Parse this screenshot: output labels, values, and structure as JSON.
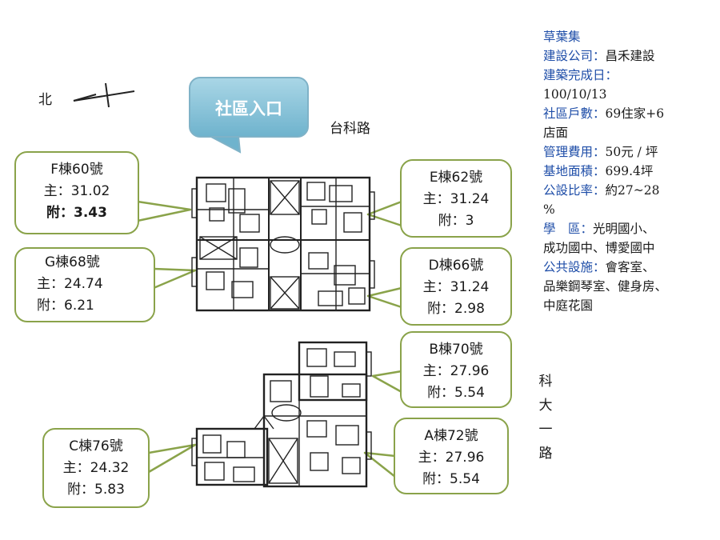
{
  "north_label": "北",
  "entrance_label": "社區入口",
  "roads": {
    "top": "台科路",
    "right_chars": [
      "科",
      "大",
      "一",
      "路"
    ]
  },
  "units": {
    "F": {
      "name": "F棟60號",
      "main": "主：31.02",
      "attached": "附：3.43"
    },
    "E": {
      "name": "E棟62號",
      "main": "主：31.24",
      "attached": "附：3"
    },
    "G": {
      "name": "G棟68號",
      "main": "主：24.74",
      "attached": "附：6.21"
    },
    "D": {
      "name": "D棟66號",
      "main": "主：31.24",
      "attached": "附：2.98"
    },
    "B": {
      "name": "B棟70號",
      "main": "主：27.96",
      "attached": "附：5.54"
    },
    "A": {
      "name": "A棟72號",
      "main": "主：27.96",
      "attached": "附：5.54"
    },
    "C": {
      "name": "C棟76號",
      "main": "主：24.32",
      "attached": "附：5.83"
    }
  },
  "info": {
    "title": "草葉集",
    "builder_label": "建設公司：",
    "builder_value": "昌禾建設",
    "completion_label": "建築完成日：",
    "completion_value": "100/10/13",
    "households_label": "社區戶數：",
    "households_value": "69住家+6",
    "households_cont": "店面",
    "fee_label": "管理費用：",
    "fee_value": "50元 / 坪",
    "site_label": "基地面積：",
    "site_value": "699.4坪",
    "ratio_label": "公設比率：",
    "ratio_value": "約27~28",
    "ratio_cont": "%",
    "school_label": "學　區：",
    "school_value": "光明國小、",
    "school_cont": "成功國中、博愛國中",
    "facility_label": "公共設施：",
    "facility_value": "會客室、",
    "facility_cont1": "品樂鋼琴室、健身房、",
    "facility_cont2": "中庭花園"
  },
  "colors": {
    "callout_border": "#8aa34a",
    "label_blue": "#1f4ea8",
    "entrance_fill": "#6fb3cd"
  }
}
